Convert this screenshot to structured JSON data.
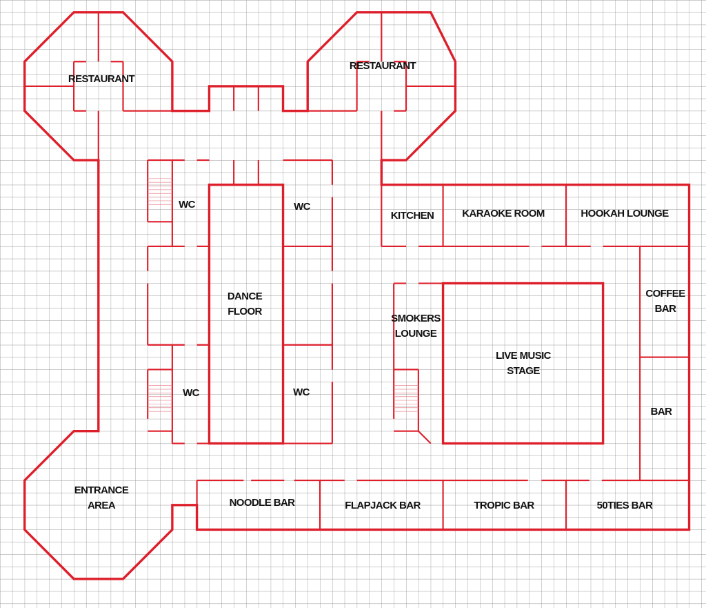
{
  "floor_plan": {
    "wall_color": "#dd1f2b",
    "grid_color": "#9a9a9a",
    "rooms": {
      "restaurant_left": "RESTAURANT",
      "restaurant_right": "RESTAURANT",
      "wc_top_left": "WC",
      "wc_top_right": "WC",
      "wc_bottom_left": "WC",
      "wc_bottom_right": "WC",
      "dance_floor_1": "DANCE",
      "dance_floor_2": "FLOOR",
      "kitchen": "KITCHEN",
      "karaoke_room": "KARAOKE ROOM",
      "hookah_lounge": "HOOKAH LOUNGE",
      "coffee_bar_1": "COFFEE",
      "coffee_bar_2": "BAR",
      "smokers_lounge_1": "SMOKERS",
      "smokers_lounge_2": "LOUNGE",
      "live_music_stage_1": "LIVE MUSIC",
      "live_music_stage_2": "STAGE",
      "bar": "BAR",
      "entrance_area_1": "ENTRANCE",
      "entrance_area_2": "AREA",
      "noodle_bar": "NOODLE BAR",
      "flapjack_bar": "FLAPJACK BAR",
      "tropic_bar": "TROPIC BAR",
      "fifties_bar": "50TIES BAR"
    }
  }
}
